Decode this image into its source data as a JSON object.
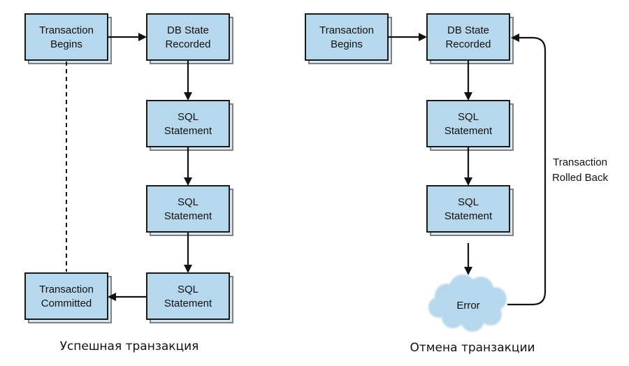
{
  "left_diagram": {
    "caption": "Успешная транзакция",
    "nodes": {
      "begin": [
        "Transaction",
        "Begins"
      ],
      "state": [
        "DB State",
        "Recorded"
      ],
      "sql1": [
        "SQL",
        "Statement"
      ],
      "sql2": [
        "SQL",
        "Statement"
      ],
      "sql3": [
        "SQL",
        "Statement"
      ],
      "committed": [
        "Transaction",
        "Committed"
      ]
    }
  },
  "right_diagram": {
    "caption": "Отмена транзакции",
    "nodes": {
      "begin": [
        "Transaction",
        "Begins"
      ],
      "state": [
        "DB State",
        "Recorded"
      ],
      "sql1": [
        "SQL",
        "Statement"
      ],
      "sql2": [
        "SQL",
        "Statement"
      ],
      "error": "Error"
    },
    "rollback_label": [
      "Transaction",
      "Rolled Back"
    ]
  },
  "colors": {
    "box_fill": "#b7d7ec",
    "stroke": "#111111"
  }
}
